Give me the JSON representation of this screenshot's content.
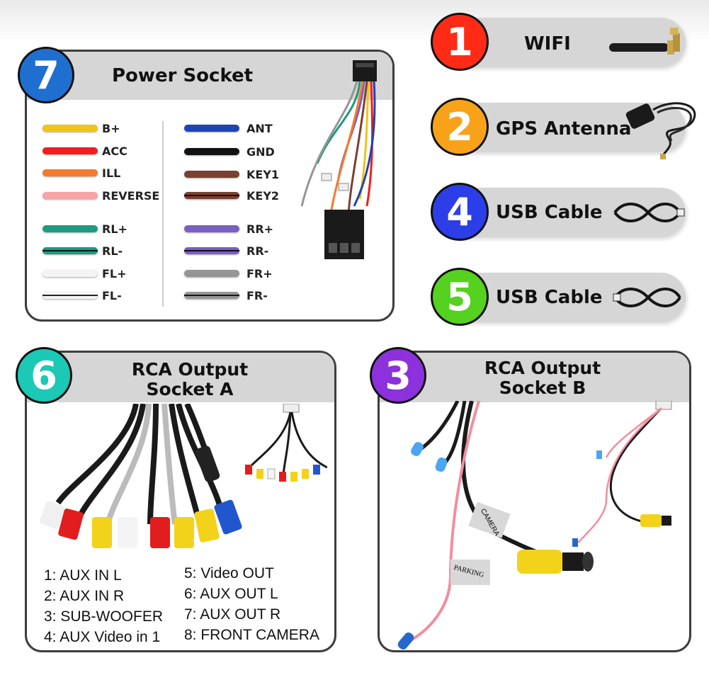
{
  "items": [
    {
      "number": "1",
      "label": "WIFI",
      "color": "#ff2b16",
      "icon": "wifi-antenna-icon"
    },
    {
      "number": "2",
      "label": "GPS Antenna",
      "color": "#f8a21a",
      "icon": "gps-antenna-icon"
    },
    {
      "number": "4",
      "label": "USB Cable",
      "color": "#2b3ee8",
      "icon": "usb-cable-icon"
    },
    {
      "number": "5",
      "label": "USB Cable",
      "color": "#55d11f",
      "icon": "usb-cable-icon"
    }
  ],
  "power_socket": {
    "number": "7",
    "title": "Power Socket",
    "color": "#1f6fd1",
    "left_wires": [
      {
        "label": "B+",
        "color": "#f2c418"
      },
      {
        "label": "ACC",
        "color": "#f21d1d"
      },
      {
        "label": "ILL",
        "color": "#f57a2e"
      },
      {
        "label": "REVERSE",
        "color": "#f7a3a8"
      },
      {
        "label": "RL+",
        "color": "#1c9b80"
      },
      {
        "label": "RL-",
        "color": "#1c9b80"
      },
      {
        "label": "FL+",
        "color": "#f4f4f4"
      },
      {
        "label": "FL-",
        "color": "#f4f4f4"
      }
    ],
    "right_wires": [
      {
        "label": "ANT",
        "color": "#1d44b5"
      },
      {
        "label": "GND",
        "color": "#111111"
      },
      {
        "label": "KEY1",
        "color": "#7a4030"
      },
      {
        "label": "KEY2",
        "color": "#7a4030"
      },
      {
        "label": "RR+",
        "color": "#7a5ec1"
      },
      {
        "label": "RR-",
        "color": "#7a5ec1"
      },
      {
        "label": "FR+",
        "color": "#959595"
      },
      {
        "label": "FR-",
        "color": "#959595"
      }
    ]
  },
  "rca_a": {
    "number": "6",
    "title_line1": "RCA Output",
    "title_line2": "Socket A",
    "color": "#1cc8b6",
    "list_left": [
      "1: AUX IN L",
      "2: AUX IN R",
      "3: SUB-WOOFER",
      "4: AUX Video in 1"
    ],
    "list_right": [
      "5: Video OUT",
      "6: AUX OUT L",
      "7: AUX OUT R",
      "8: FRONT CAMERA"
    ]
  },
  "rca_b": {
    "number": "3",
    "title_line1": "RCA Output",
    "title_line2": "Socket B",
    "color": "#8c31dc",
    "tag_camera": "CAMERA",
    "tag_parking": "PARKING"
  }
}
